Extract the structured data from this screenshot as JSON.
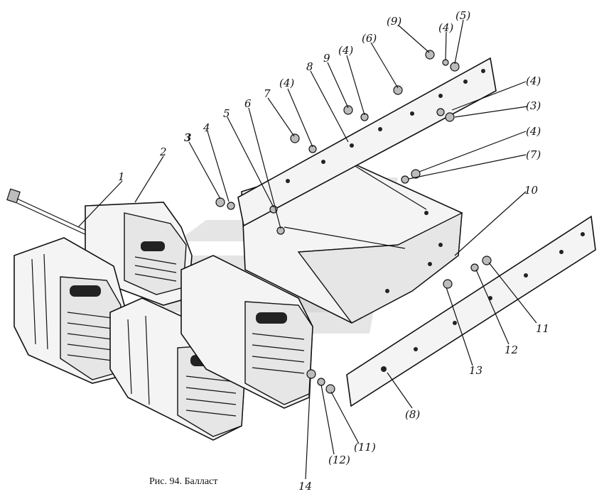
{
  "caption": "Рис. 94. Балласт",
  "labels": [
    "1",
    "2",
    "3",
    "4",
    "5",
    "6",
    "7",
    "(4)",
    "8",
    "9",
    "(4)",
    "(6)",
    "(9)",
    "(4)",
    "(5)",
    "(4)",
    "(3)",
    "(4)",
    "(7)",
    "10",
    "11",
    "12",
    "13",
    "(8)",
    "14",
    "(12)",
    "(11)"
  ],
  "colors": {
    "ink": "#111111",
    "paper": "#ffffff",
    "watermark": "#cfcfcf"
  }
}
